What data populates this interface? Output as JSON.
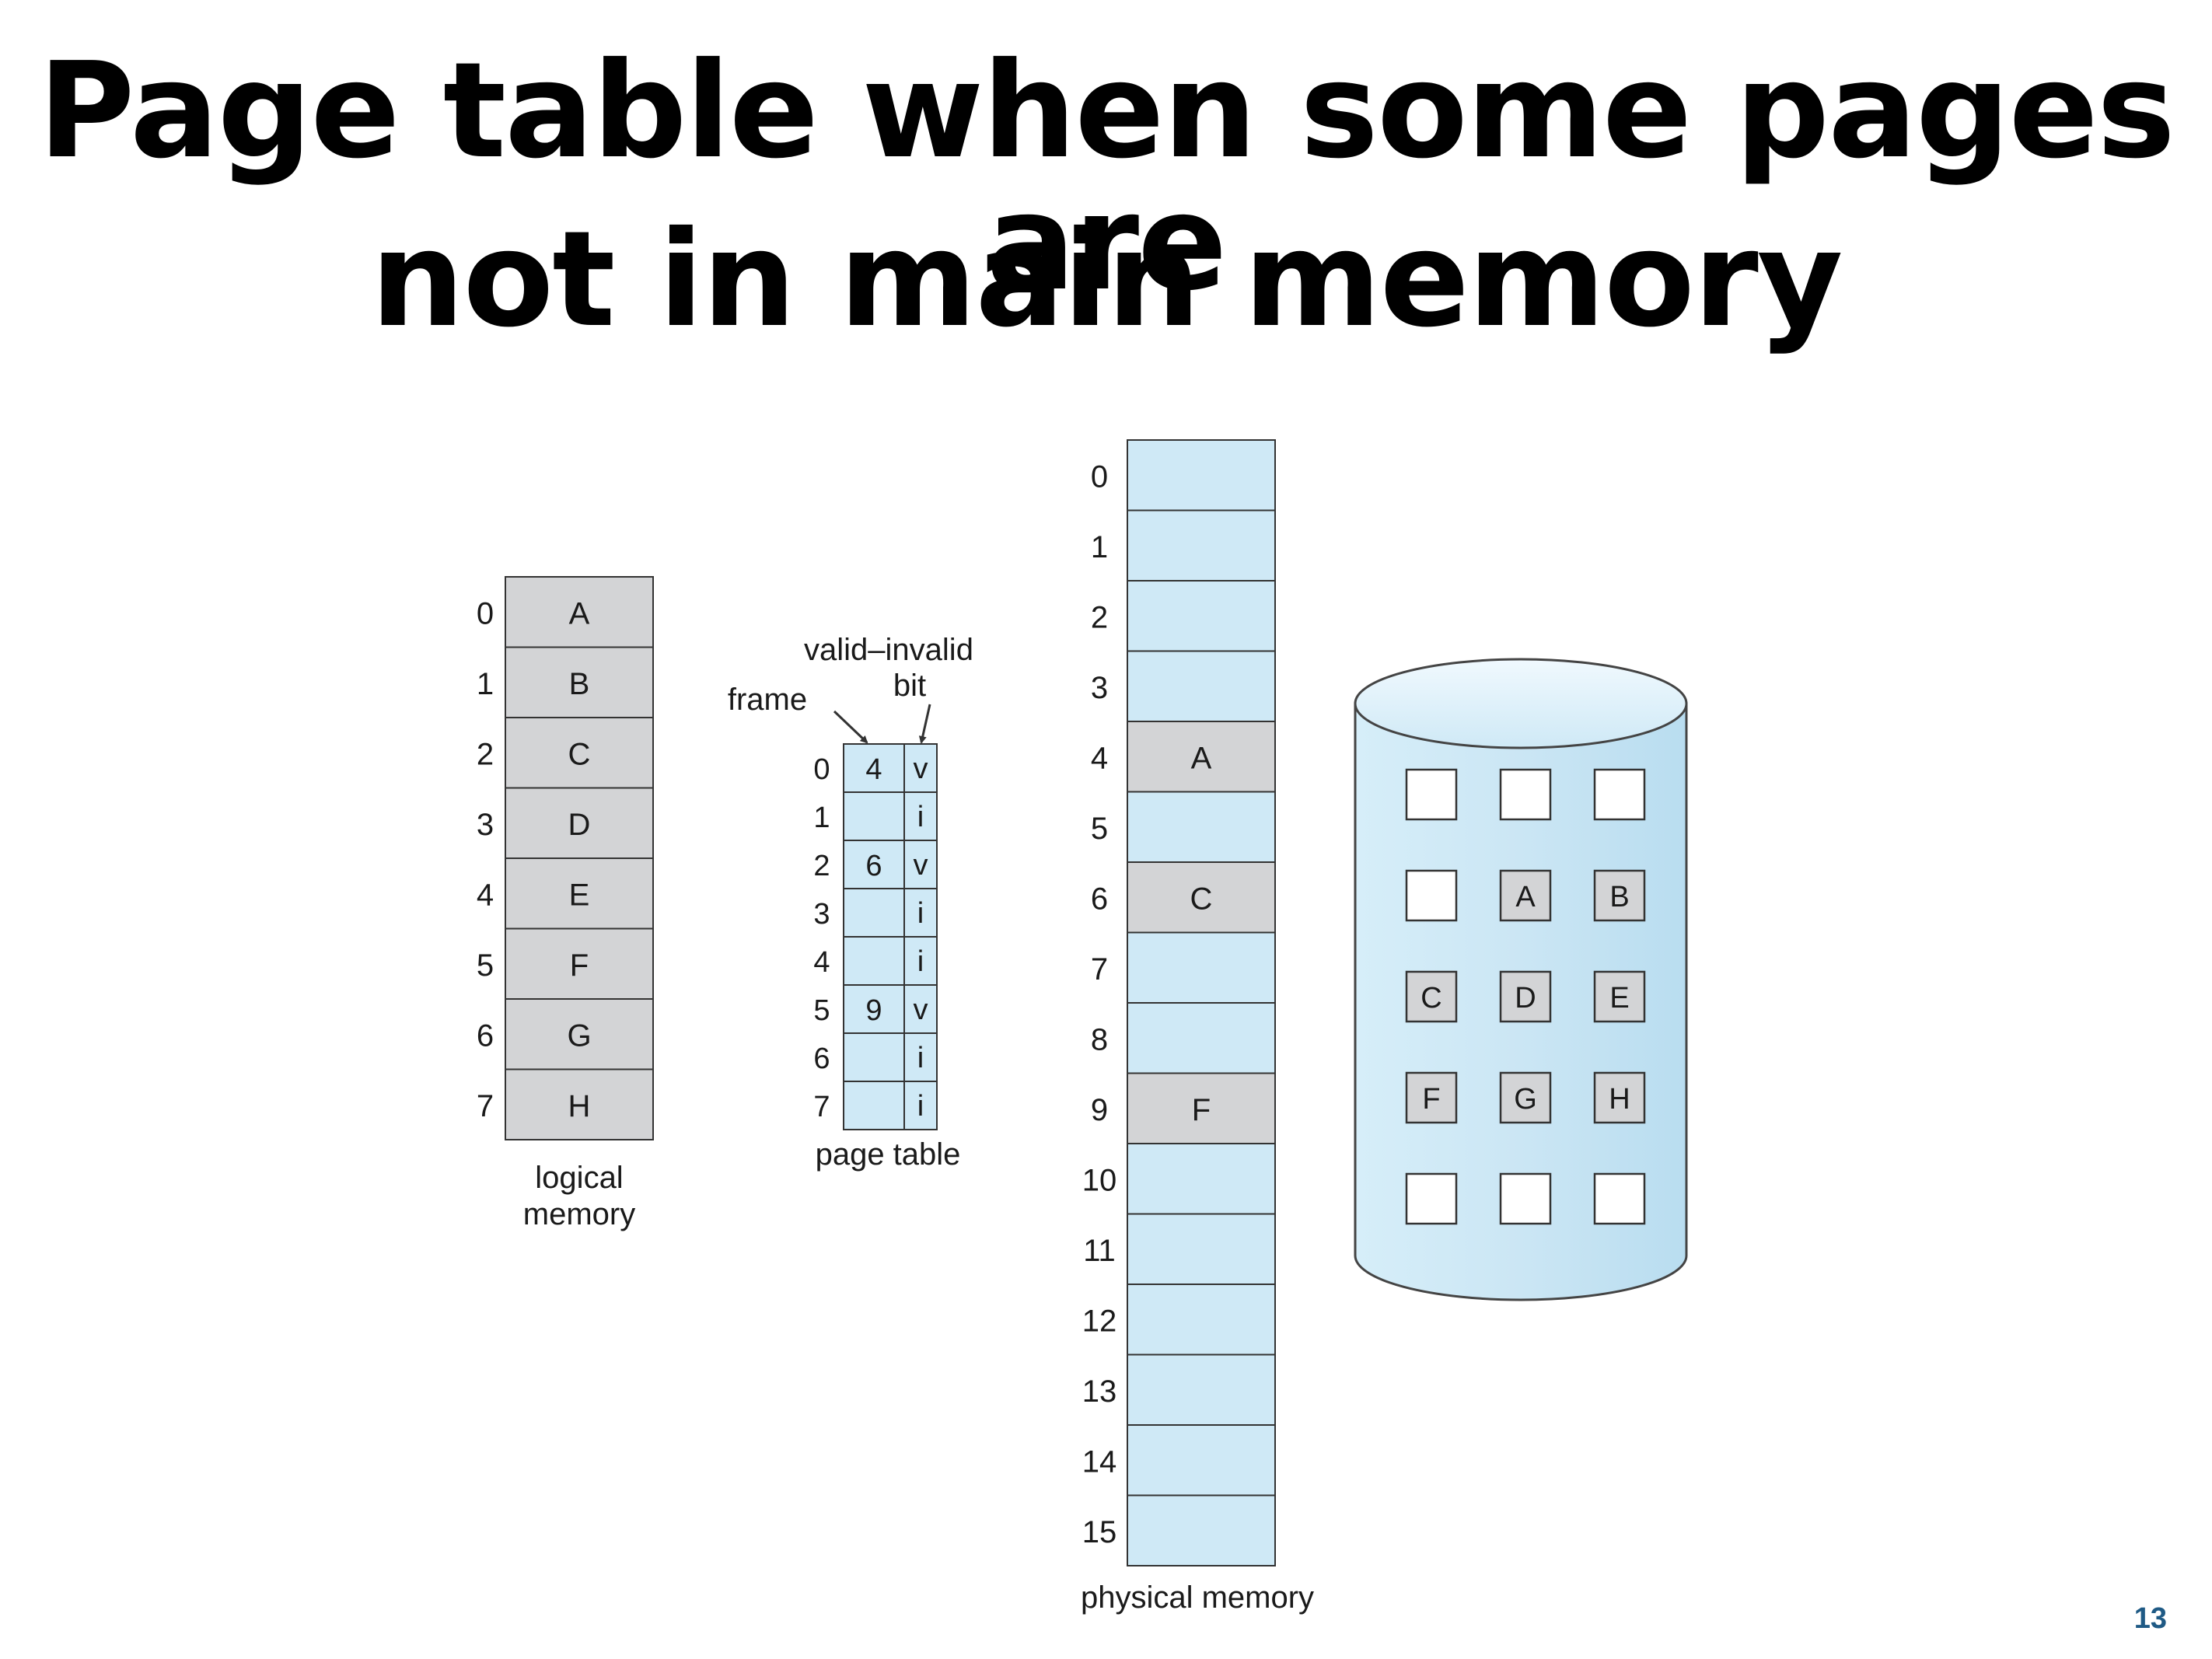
{
  "title": {
    "line1": "Page table when some pages are",
    "line2": "not in main memory"
  },
  "slide_number": "13",
  "colors": {
    "frame_fill": "#cfe9f6",
    "occupied_fill": "#d3d4d6",
    "disk_fill": "#cbe6f4",
    "stroke": "#333333"
  },
  "logical_memory": {
    "label_line1": "logical",
    "label_line2": "memory",
    "rows": [
      {
        "index": "0",
        "page": "A"
      },
      {
        "index": "1",
        "page": "B"
      },
      {
        "index": "2",
        "page": "C"
      },
      {
        "index": "3",
        "page": "D"
      },
      {
        "index": "4",
        "page": "E"
      },
      {
        "index": "5",
        "page": "F"
      },
      {
        "index": "6",
        "page": "G"
      },
      {
        "index": "7",
        "page": "H"
      }
    ]
  },
  "page_table": {
    "label": "page table",
    "frame_label": "frame",
    "valid_label_line1": "valid–invalid",
    "valid_label_line2": "bit",
    "rows": [
      {
        "index": "0",
        "frame": "4",
        "bit": "v"
      },
      {
        "index": "1",
        "frame": "",
        "bit": "i"
      },
      {
        "index": "2",
        "frame": "6",
        "bit": "v"
      },
      {
        "index": "3",
        "frame": "",
        "bit": "i"
      },
      {
        "index": "4",
        "frame": "",
        "bit": "i"
      },
      {
        "index": "5",
        "frame": "9",
        "bit": "v"
      },
      {
        "index": "6",
        "frame": "",
        "bit": "i"
      },
      {
        "index": "7",
        "frame": "",
        "bit": "i"
      }
    ]
  },
  "physical_memory": {
    "label": "physical memory",
    "frames": [
      {
        "index": "0",
        "page": ""
      },
      {
        "index": "1",
        "page": ""
      },
      {
        "index": "2",
        "page": ""
      },
      {
        "index": "3",
        "page": ""
      },
      {
        "index": "4",
        "page": "A"
      },
      {
        "index": "5",
        "page": ""
      },
      {
        "index": "6",
        "page": "C"
      },
      {
        "index": "7",
        "page": ""
      },
      {
        "index": "8",
        "page": ""
      },
      {
        "index": "9",
        "page": "F"
      },
      {
        "index": "10",
        "page": ""
      },
      {
        "index": "11",
        "page": ""
      },
      {
        "index": "12",
        "page": ""
      },
      {
        "index": "13",
        "page": ""
      },
      {
        "index": "14",
        "page": ""
      },
      {
        "index": "15",
        "page": ""
      }
    ]
  },
  "disk": {
    "slots": [
      "",
      "",
      "",
      "",
      "A",
      "B",
      "C",
      "D",
      "E",
      "F",
      "G",
      "H",
      "",
      "",
      ""
    ]
  }
}
